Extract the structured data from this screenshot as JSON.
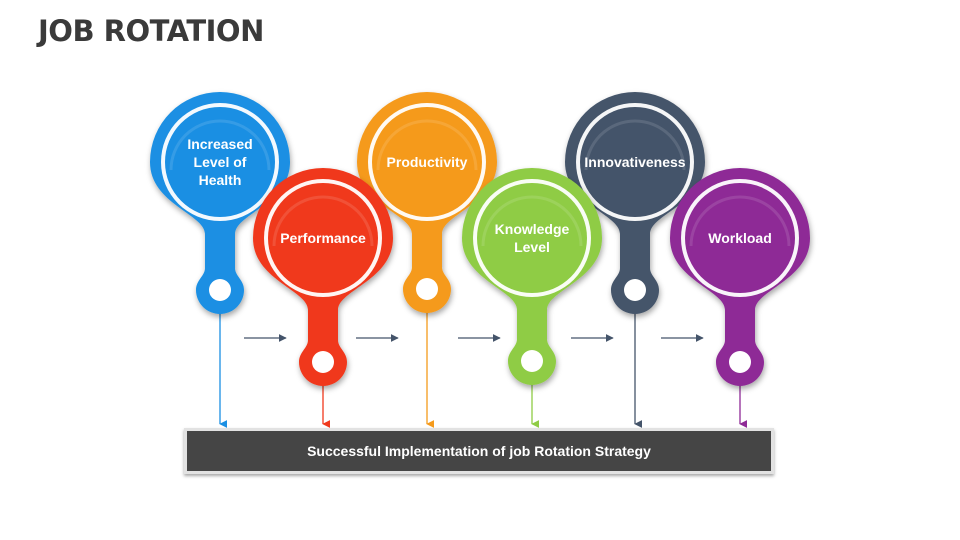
{
  "title": "JOB ROTATION",
  "items": [
    {
      "label": "Increased\nLevel of\nHealth",
      "color": "#1a8fe3"
    },
    {
      "label": "Performance",
      "color": "#f0391c"
    },
    {
      "label": "Productivity",
      "color": "#f59a1b"
    },
    {
      "label": "Knowledge\nLevel",
      "color": "#8fcc45"
    },
    {
      "label": "Innovativeness",
      "color": "#44546a"
    },
    {
      "label": "Workload",
      "color": "#8e2a96"
    }
  ],
  "result": "Successful Implementation of job Rotation Strategy",
  "arrow_color": "#44546a"
}
